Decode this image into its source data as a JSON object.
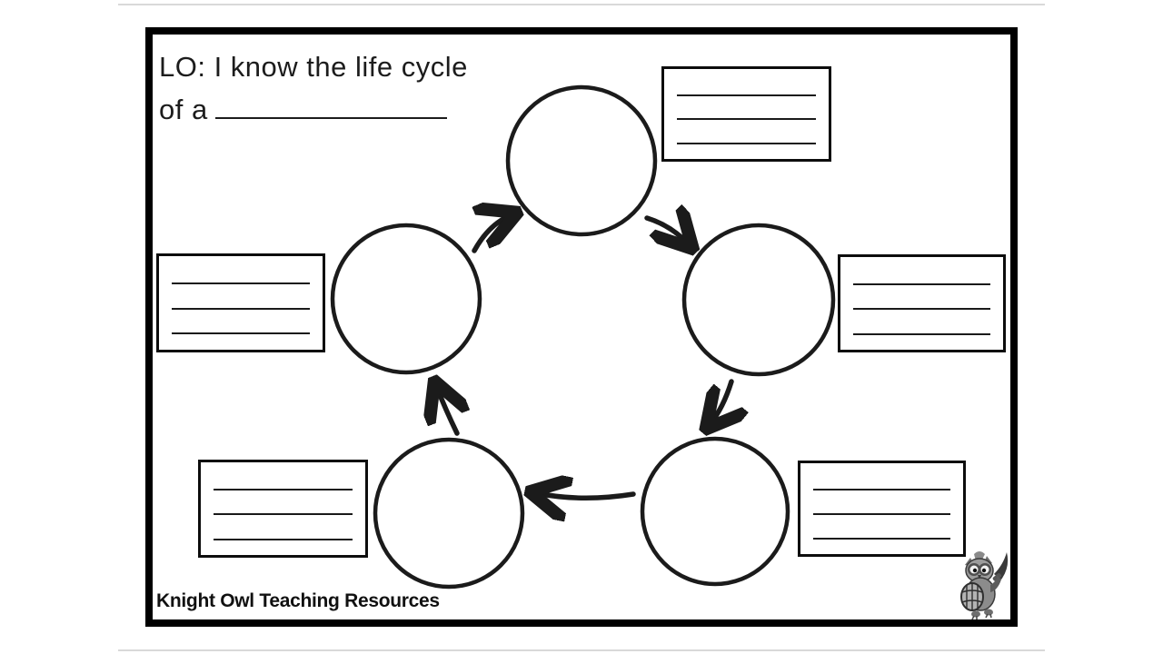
{
  "worksheet": {
    "title_line1": "LO: I know the life cycle",
    "title_line2_prefix": "of a",
    "title_blank_value": "",
    "footer_credit": "Knight Owl Teaching Resources",
    "logo_name": "knight-owl-mascot"
  },
  "diagram": {
    "type": "cycle-diagram",
    "direction": "clockwise",
    "stage_count": 5,
    "stages": [
      {
        "position": "top",
        "label": ""
      },
      {
        "position": "upper-right",
        "label": ""
      },
      {
        "position": "lower-right",
        "label": ""
      },
      {
        "position": "lower-left",
        "label": ""
      },
      {
        "position": "upper-left",
        "label": ""
      }
    ],
    "writing_boxes": [
      {
        "position": "top-right",
        "blank_lines": 3,
        "value": ""
      },
      {
        "position": "middle-right",
        "blank_lines": 3,
        "value": ""
      },
      {
        "position": "middle-left",
        "blank_lines": 3,
        "value": ""
      },
      {
        "position": "bottom-left",
        "blank_lines": 3,
        "value": ""
      },
      {
        "position": "bottom-right",
        "blank_lines": 3,
        "value": ""
      }
    ],
    "colors": {
      "ink": "#1b1b1b",
      "frame": "#000000",
      "background": "#ffffff",
      "slide_edge": "#d9d9d9"
    }
  }
}
